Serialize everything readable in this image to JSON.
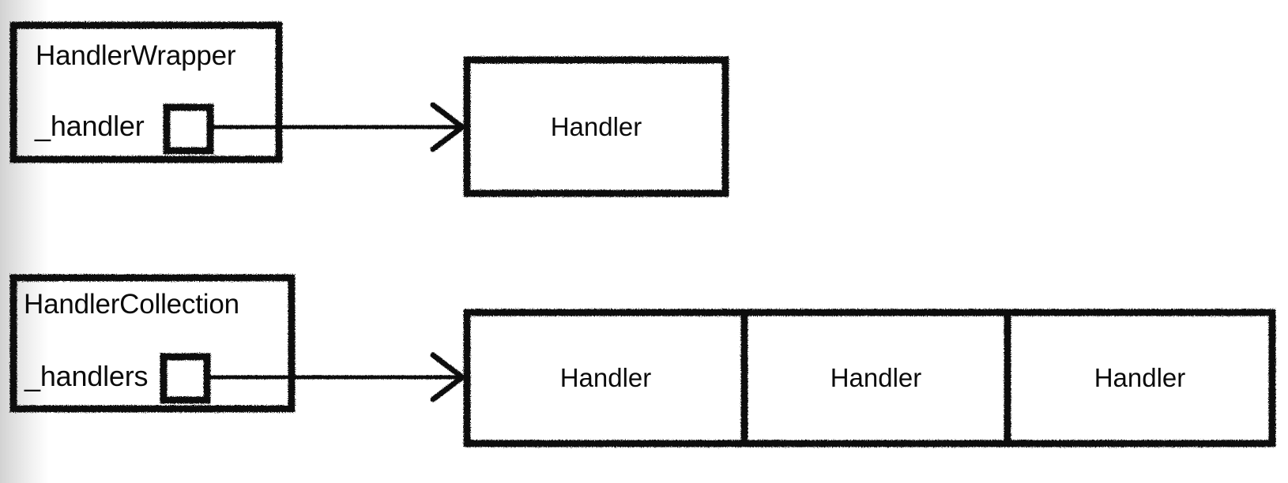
{
  "diagram": {
    "title": "Handler composition diagram",
    "style": "hand-drawn whiteboard sketch",
    "ink_color": "#111111",
    "background_color": "#ffffff"
  },
  "rows": [
    {
      "id": "wrapper-row",
      "class_box": {
        "class_name": "HandlerWrapper",
        "field_name": "_handler",
        "pointer_slot_icon": "empty-square-icon"
      },
      "arrow": {
        "icon": "arrow-right-icon",
        "style": "open-chevron"
      },
      "targets": [
        {
          "label": "Handler"
        }
      ]
    },
    {
      "id": "collection-row",
      "class_box": {
        "class_name": "HandlerCollection",
        "field_name": "_handlers",
        "pointer_slot_icon": "empty-square-icon"
      },
      "arrow": {
        "icon": "arrow-right-icon",
        "style": "open-chevron"
      },
      "targets": [
        {
          "label": "Handler"
        },
        {
          "label": "Handler"
        },
        {
          "label": "Handler"
        }
      ]
    }
  ]
}
